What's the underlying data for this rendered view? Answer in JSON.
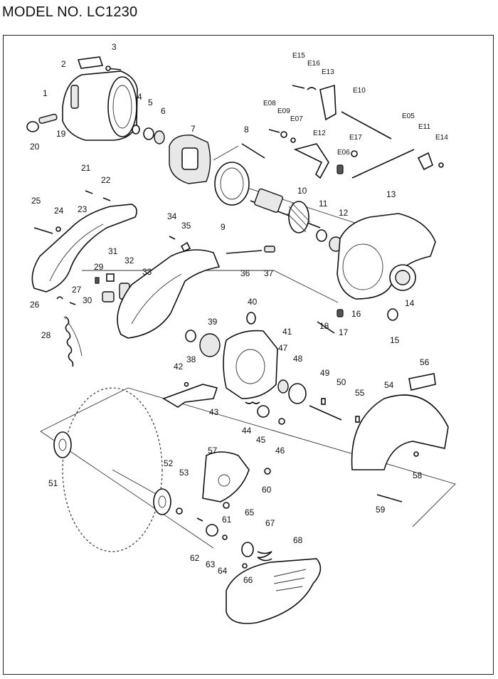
{
  "header": {
    "title": "MODEL NO. LC1230"
  },
  "parts": [
    {
      "label": "1"
    },
    {
      "label": "2"
    },
    {
      "label": "3"
    },
    {
      "label": "4"
    },
    {
      "label": "5"
    },
    {
      "label": "6"
    },
    {
      "label": "7"
    },
    {
      "label": "8"
    },
    {
      "label": "9"
    },
    {
      "label": "10"
    },
    {
      "label": "11"
    },
    {
      "label": "12"
    },
    {
      "label": "13"
    },
    {
      "label": "14"
    },
    {
      "label": "15"
    },
    {
      "label": "16"
    },
    {
      "label": "17"
    },
    {
      "label": "18"
    },
    {
      "label": "19"
    },
    {
      "label": "20"
    },
    {
      "label": "21"
    },
    {
      "label": "22"
    },
    {
      "label": "23"
    },
    {
      "label": "24"
    },
    {
      "label": "25"
    },
    {
      "label": "26"
    },
    {
      "label": "27"
    },
    {
      "label": "28"
    },
    {
      "label": "29"
    },
    {
      "label": "30"
    },
    {
      "label": "31"
    },
    {
      "label": "32"
    },
    {
      "label": "33"
    },
    {
      "label": "34"
    },
    {
      "label": "35"
    },
    {
      "label": "36"
    },
    {
      "label": "37"
    },
    {
      "label": "38"
    },
    {
      "label": "39"
    },
    {
      "label": "40"
    },
    {
      "label": "41"
    },
    {
      "label": "42"
    },
    {
      "label": "43"
    },
    {
      "label": "44"
    },
    {
      "label": "45"
    },
    {
      "label": "46"
    },
    {
      "label": "47"
    },
    {
      "label": "48"
    },
    {
      "label": "49"
    },
    {
      "label": "50"
    },
    {
      "label": "51"
    },
    {
      "label": "52"
    },
    {
      "label": "53"
    },
    {
      "label": "54"
    },
    {
      "label": "55"
    },
    {
      "label": "56"
    },
    {
      "label": "57"
    },
    {
      "label": "58"
    },
    {
      "label": "59"
    },
    {
      "label": "60"
    },
    {
      "label": "61"
    },
    {
      "label": "62"
    },
    {
      "label": "63"
    },
    {
      "label": "64"
    },
    {
      "label": "65"
    },
    {
      "label": "66"
    },
    {
      "label": "67"
    },
    {
      "label": "68"
    },
    {
      "label": "E05"
    },
    {
      "label": "E06"
    },
    {
      "label": "E07"
    },
    {
      "label": "E08"
    },
    {
      "label": "E09"
    },
    {
      "label": "E10"
    },
    {
      "label": "E11"
    },
    {
      "label": "E12"
    },
    {
      "label": "E13"
    },
    {
      "label": "E14"
    },
    {
      "label": "E15"
    },
    {
      "label": "E16"
    },
    {
      "label": "E17"
    }
  ]
}
